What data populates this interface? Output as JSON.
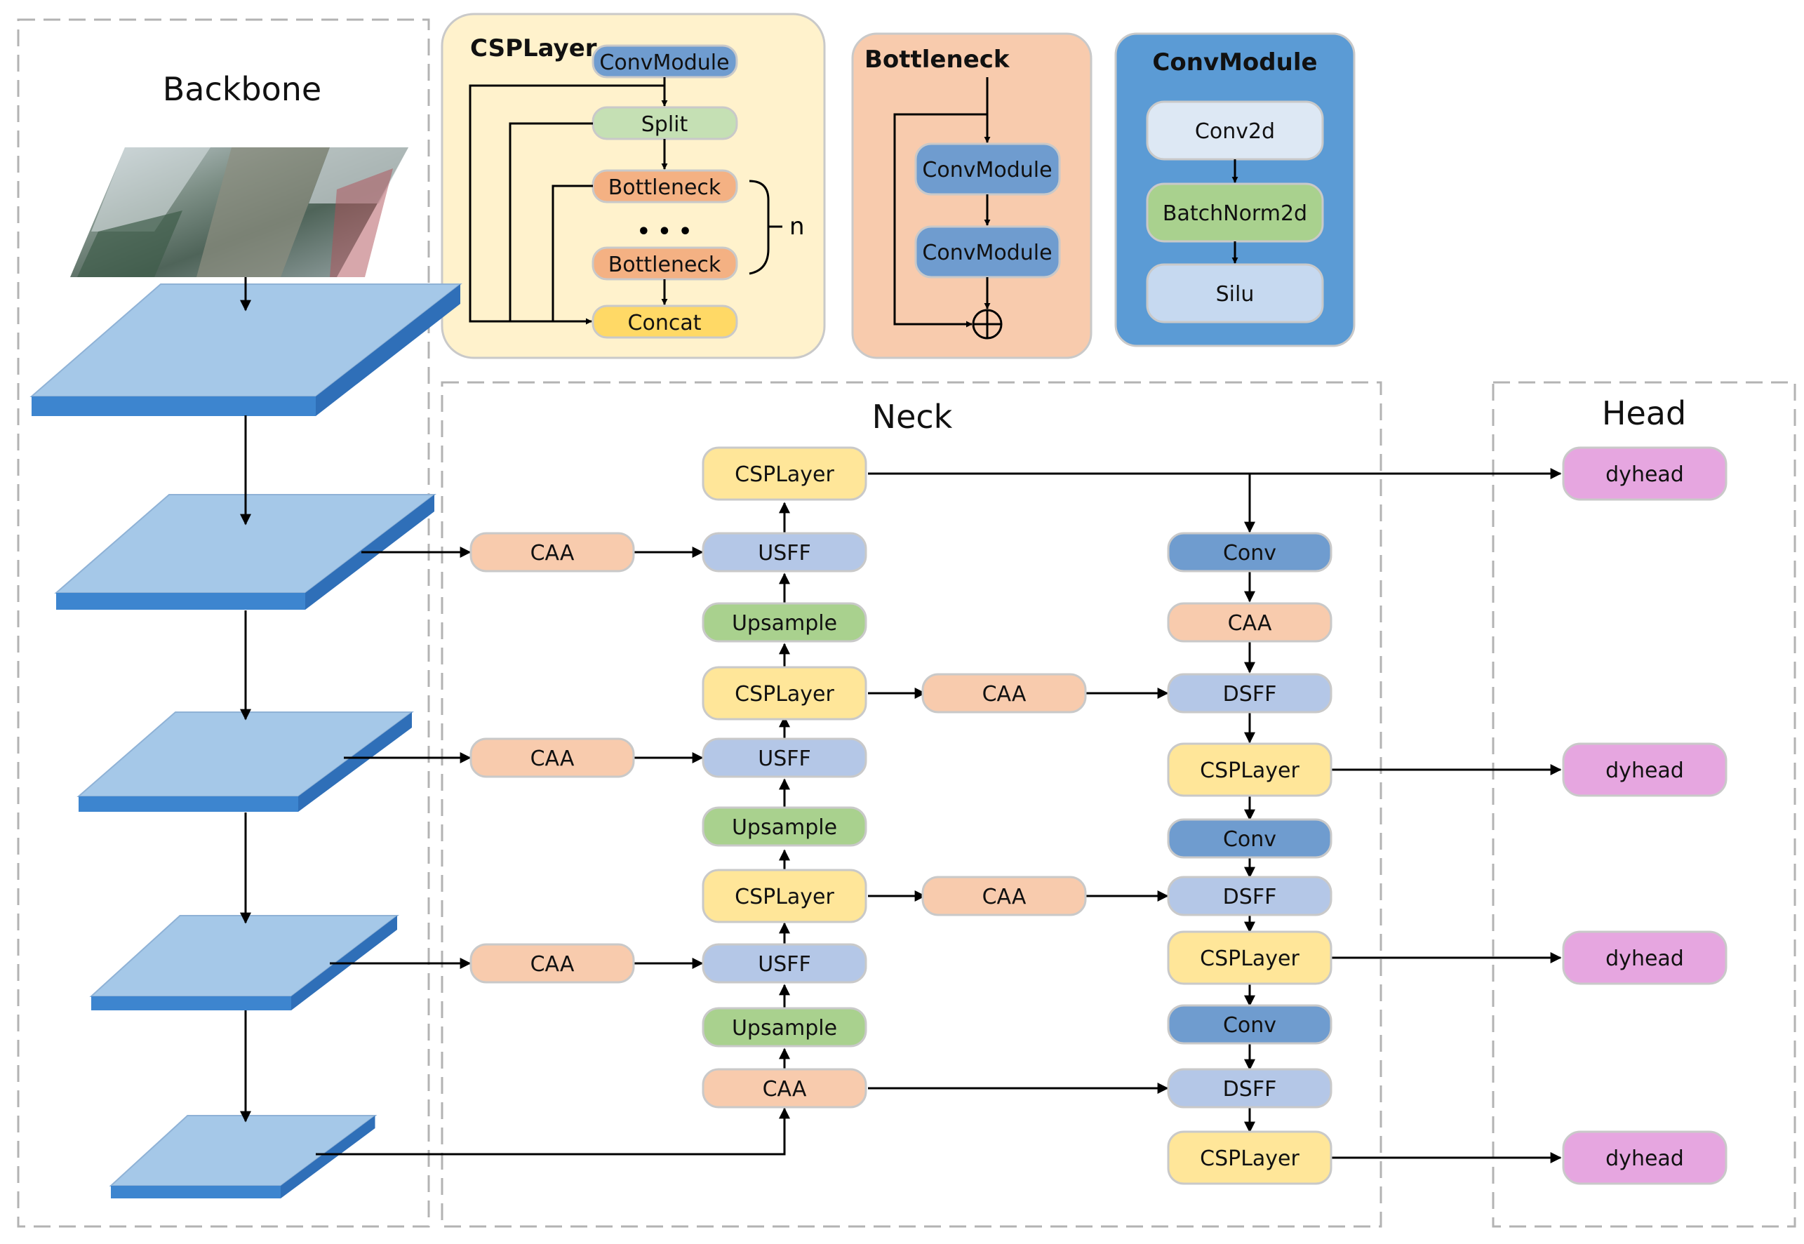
{
  "sections": {
    "backbone": "Backbone",
    "neck": "Neck",
    "head": "Head"
  },
  "csplayer_box": {
    "title": "CSPLayer",
    "convmodule": "ConvModule",
    "split": "Split",
    "bottleneck_1": "Bottleneck",
    "ellipsis": "• • •",
    "bottleneck_2": "Bottleneck",
    "concat": "Concat",
    "repeat": "n"
  },
  "bottleneck_box": {
    "title": "Bottleneck",
    "convmodule_1": "ConvModule",
    "convmodule_2": "ConvModule"
  },
  "convmodule_box": {
    "title": "ConvModule",
    "conv2d": "Conv2d",
    "batchnorm": "BatchNorm2d",
    "silu": "Silu"
  },
  "neck": {
    "caa_1": "CAA",
    "caa_2": "CAA",
    "caa_3": "CAA",
    "csplayer_top": "CSPLayer",
    "usff_1": "USFF",
    "upsample_1": "Upsample",
    "csplayer_2": "CSPLayer",
    "usff_2": "USFF",
    "upsample_2": "Upsample",
    "csplayer_3": "CSPLayer",
    "usff_3": "USFF",
    "upsample_3": "Upsample",
    "caa_bottom": "CAA",
    "caa_mid_1": "CAA",
    "caa_mid_2": "CAA",
    "conv_1": "Conv",
    "caa_right": "CAA",
    "dsff_1": "DSFF",
    "csplayer_r1": "CSPLayer",
    "conv_2": "Conv",
    "dsff_2": "DSFF",
    "csplayer_r2": "CSPLayer",
    "conv_3": "Conv",
    "dsff_3": "DSFF",
    "csplayer_r3": "CSPLayer"
  },
  "head": {
    "dyhead_1": "dyhead",
    "dyhead_2": "dyhead",
    "dyhead_3": "dyhead",
    "dyhead_4": "dyhead"
  },
  "colors": {
    "caa": "#f8cbad",
    "csp": "#ffe699",
    "usff": "#b4c7e7",
    "upsample": "#a9d18e",
    "conv": "#6f9ccf",
    "dyhead": "#e6a6e0",
    "split": "#c5e0b4",
    "bottleneck": "#f4b183",
    "concat": "#ffd966",
    "convmodule": "#6f9ccf",
    "plate_top": "#a5c8e8",
    "plate_side": "#3d85cf"
  }
}
